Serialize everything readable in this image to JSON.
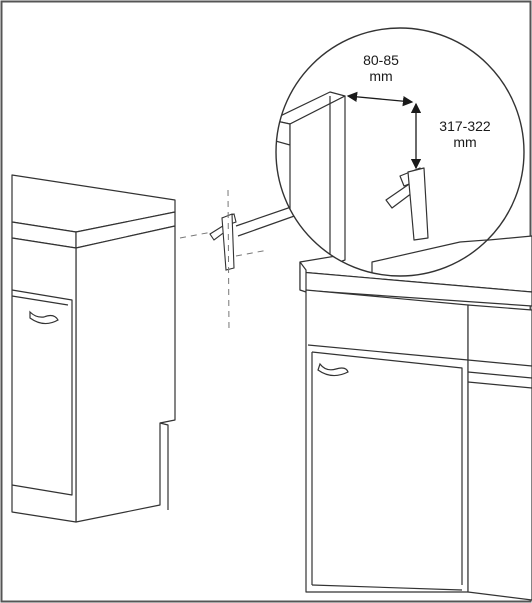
{
  "dimensions": {
    "horizontal": {
      "value": "80-85",
      "unit": "mm"
    },
    "vertical": {
      "value": "317-322",
      "unit": "mm"
    }
  },
  "colors": {
    "line": "#333333",
    "border": "#555555",
    "background": "#ffffff"
  }
}
